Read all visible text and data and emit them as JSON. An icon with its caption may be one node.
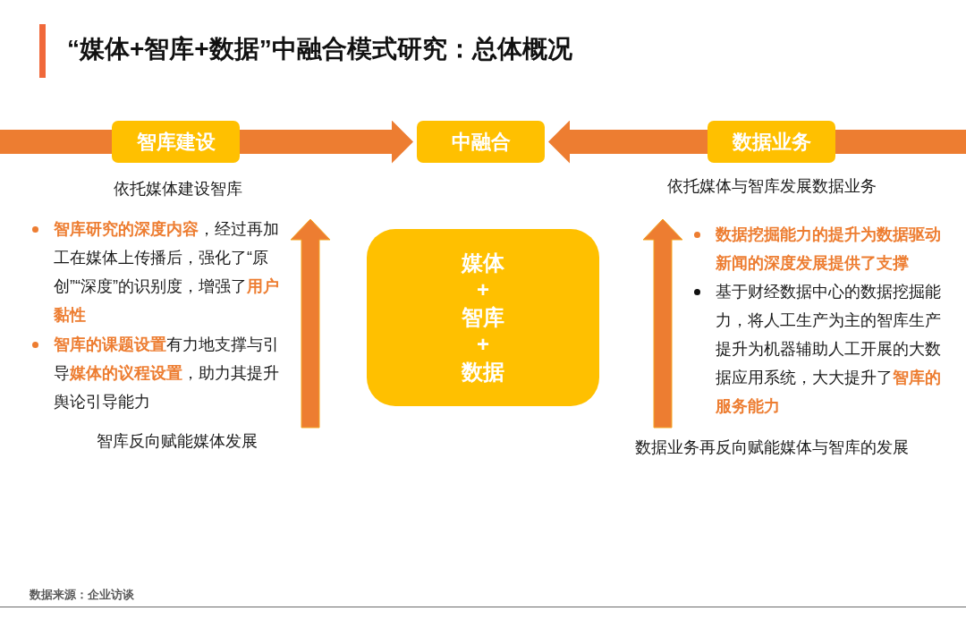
{
  "diagram": {
    "title": "“媒体+智库+数据”中融合模式研究：总体概况",
    "caption": "数据来源：企业访谈",
    "nodes": [
      {
        "text": [
          "智库建设"
        ],
        "beside": [
          "依托媒体建设智库"
        ]
      },
      {
        "text": [
          "中融合"
        ]
      },
      {
        "text": [
          "数据业务"
        ],
        "beside": [
          "依托媒体与智库发展数据业务"
        ]
      },
      {
        "text": [
          "媒体+智库+数据"
        ]
      }
    ],
    "edges": [
      {
        "from": 0,
        "to": 1,
        "arrow": "to"
      },
      {
        "from": 2,
        "to": 1,
        "arrow": "to"
      },
      {
        "from": null,
        "to": 0,
        "arrow": "none"
      },
      {
        "from": null,
        "to": 2,
        "arrow": "none"
      }
    ],
    "labels": [
      "**智库研究的深度内容**，经过再加工在媒体上传播后，强化了“原创”“深度”的识别度，增强了**用户黏性**",
      "**智库的课题设置**有力地支撑与引导**媒体的议程设置**，助力其提升舆论引导能力",
      "智库反向赋能媒体发展",
      "数据挖掘能力的提升为数据驱动新闻的深度发展提供了支撑",
      "基于财经数据中心的数据挖掘能力，将人工生产为主的智库生产提升为机器辅助人工开展的大数据应用系统，大大提升了**智库的服务能力**",
      "数据业务再反向赋能媒体与智库的发展"
    ]
  }
}
